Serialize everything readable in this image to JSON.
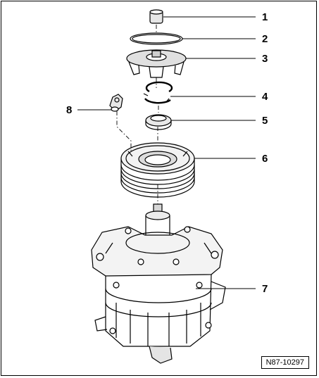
{
  "callouts": {
    "c1": "1",
    "c2": "2",
    "c3": "3",
    "c4": "4",
    "c5": "5",
    "c6": "6",
    "c7": "7",
    "c8": "8"
  },
  "reference_code": "N87-10297",
  "colors": {
    "line": "#000000",
    "background": "#ffffff",
    "shade": "#d8d8d8"
  }
}
